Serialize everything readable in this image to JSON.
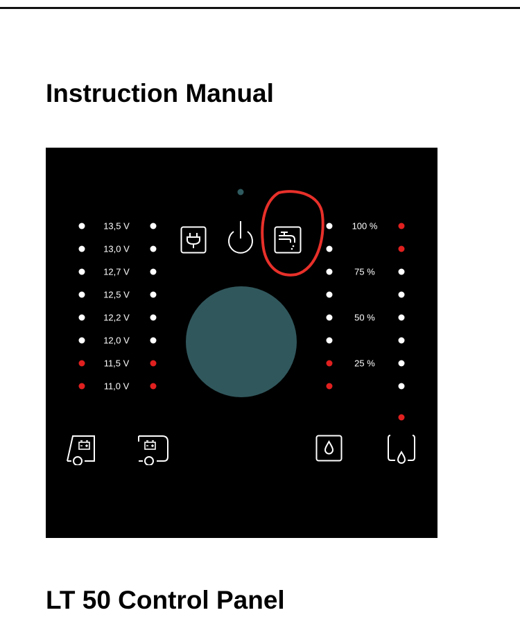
{
  "document": {
    "title": "Instruction Manual",
    "subtitle": "LT 50 Control Panel"
  },
  "colors": {
    "led_white": "#ffffff",
    "led_red": "#e0201f",
    "status_led": "#2f5a5f",
    "knob": "#30575c",
    "annotation": "#e8302a",
    "panel_bg": "#000000"
  },
  "voltage": {
    "labels": [
      "13,5 V",
      "13,0 V",
      "12,7 V",
      "12,5 V",
      "12,2 V",
      "12,0 V",
      "11,5 V",
      "11,0 V"
    ],
    "led_colors": [
      "white",
      "white",
      "white",
      "white",
      "white",
      "white",
      "red",
      "red"
    ]
  },
  "fresh_water": {
    "labels": [
      "100 %",
      "",
      "75 %",
      "",
      "50 %",
      "",
      "25 %",
      ""
    ],
    "led_colors": [
      "white",
      "white",
      "white",
      "white",
      "white",
      "white",
      "red",
      "red"
    ]
  },
  "waste_water": {
    "led_colors": [
      "red",
      "red",
      "white",
      "white",
      "white",
      "white",
      "white",
      "white",
      "red"
    ]
  },
  "icons": {
    "mains": "plug-icon",
    "power": "power-icon",
    "pump": "water-tap-icon",
    "vehicle_battery": "vehicle-battery-icon",
    "leisure_battery": "caravan-battery-icon",
    "fresh_water": "water-drop-icon",
    "waste_water": "waste-tank-icon"
  }
}
